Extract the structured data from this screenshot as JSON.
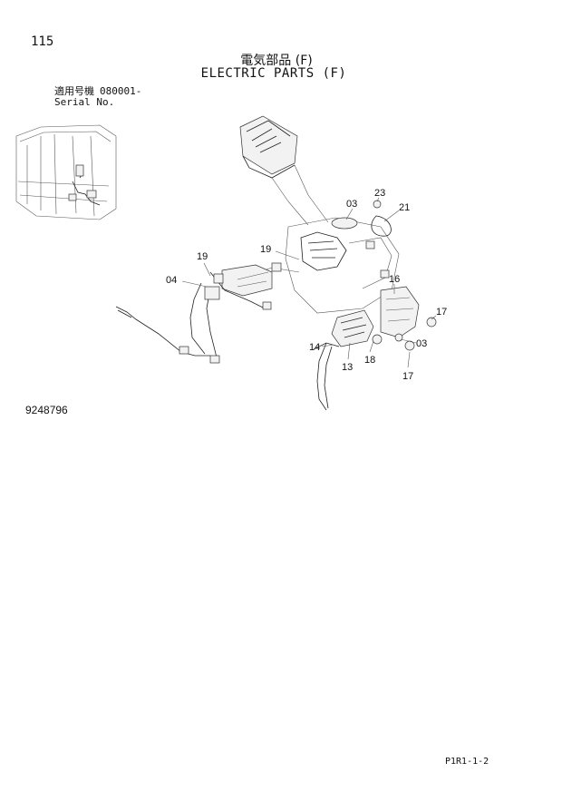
{
  "header": {
    "page_number": "115",
    "title_jp": "電気部品 (F)",
    "title_en": "ELECTRIC PARTS (F)"
  },
  "serial": {
    "label_jp": "適用号機",
    "label_en": "Serial No.",
    "value": "080001-"
  },
  "callouts": {
    "c03a": "03",
    "c23": "23",
    "c21": "21",
    "c19a": "19",
    "c19b": "19",
    "c04": "04",
    "c16": "16",
    "c17a": "17",
    "c14": "14",
    "c13": "13",
    "c18": "18",
    "c03b": "03",
    "c17b": "17"
  },
  "footer": {
    "drawing_number": "9248796",
    "page_ref": "P1R1-1-2"
  }
}
